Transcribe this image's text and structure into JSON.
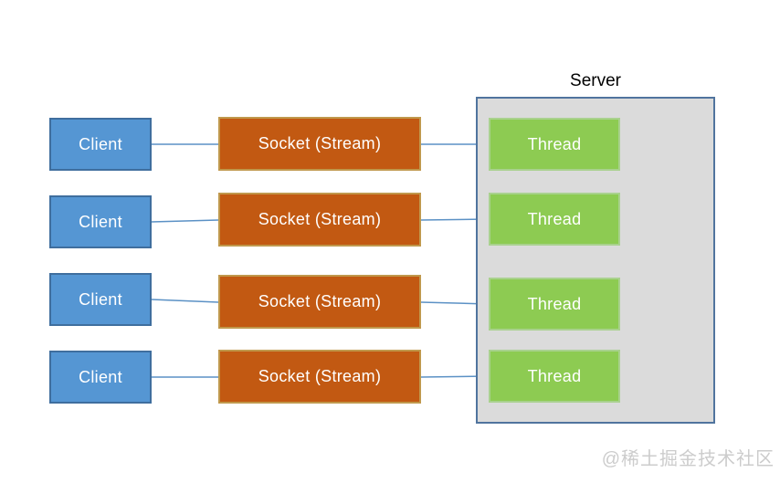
{
  "colors": {
    "canvas_bg": "#ffffff",
    "client_fill": "#5596D3",
    "client_border": "#3F6E9E",
    "socket_fill": "#C25912",
    "socket_border": "#C0984C",
    "thread_fill": "#8DCB52",
    "thread_border": "#A9D18E",
    "server_fill": "#DBDBDB",
    "server_border": "#50749E",
    "connector": "#5B91C5",
    "box_text_color": "#ffffff",
    "server_label_color": "#000000",
    "watermark_color": "#cccccc"
  },
  "diagram": {
    "server": {
      "label": "Server"
    },
    "clients": [
      {
        "label": "Client"
      },
      {
        "label": "Client"
      },
      {
        "label": "Client"
      },
      {
        "label": "Client"
      }
    ],
    "sockets": [
      {
        "label": "Socket (Stream)"
      },
      {
        "label": "Socket (Stream)"
      },
      {
        "label": "Socket (Stream)"
      },
      {
        "label": "Socket (Stream)"
      }
    ],
    "threads": [
      {
        "label": "Thread"
      },
      {
        "label": "Thread"
      },
      {
        "label": "Thread"
      },
      {
        "label": "Thread"
      }
    ],
    "edges": [
      {
        "from": "client-1",
        "to": "socket-1"
      },
      {
        "from": "client-2",
        "to": "socket-2"
      },
      {
        "from": "client-3",
        "to": "socket-3"
      },
      {
        "from": "client-4",
        "to": "socket-4"
      },
      {
        "from": "socket-1",
        "to": "thread-1"
      },
      {
        "from": "socket-2",
        "to": "thread-2"
      },
      {
        "from": "socket-3",
        "to": "thread-3"
      },
      {
        "from": "socket-4",
        "to": "thread-4"
      }
    ]
  },
  "watermark": {
    "text": "@稀土掘金技术社区"
  }
}
